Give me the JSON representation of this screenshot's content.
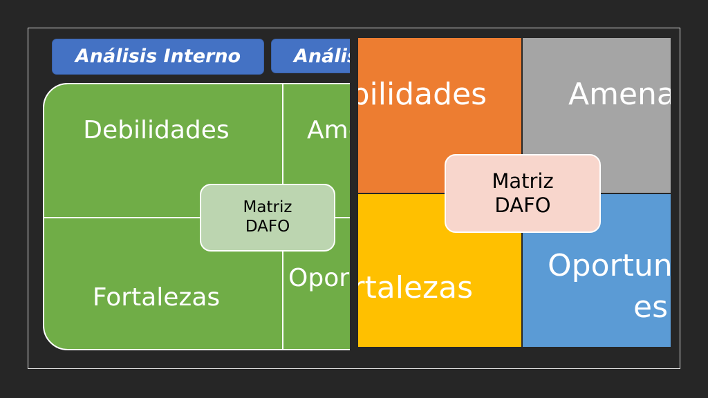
{
  "left_slide": {
    "tabs": [
      "Análisis Interno",
      "Análisis Externo"
    ],
    "quadrants": {
      "top_left": "Debilidades",
      "top_right": "Amenazas",
      "bottom_left": "Fortalezas",
      "bottom_right": "Oportunidades"
    },
    "center_label": [
      "Matriz",
      "DAFO"
    ],
    "colors": {
      "tab": "#4472c4",
      "panel": "#70ad47",
      "center": "#bcd5b0"
    }
  },
  "right_slide": {
    "quadrants": {
      "top_left": "Debilidades",
      "top_right": "Amenazas",
      "bottom_left": "Fortalezas",
      "bottom_right_lines": [
        "Oportunidad",
        "es"
      ]
    },
    "center_label": [
      "Matriz",
      "DAFO"
    ],
    "colors": {
      "top_left": "#ed7d31",
      "top_right": "#a5a5a5",
      "bottom_left": "#ffc000",
      "bottom_right": "#5b9bd5",
      "center": "#f8d6cc"
    }
  }
}
